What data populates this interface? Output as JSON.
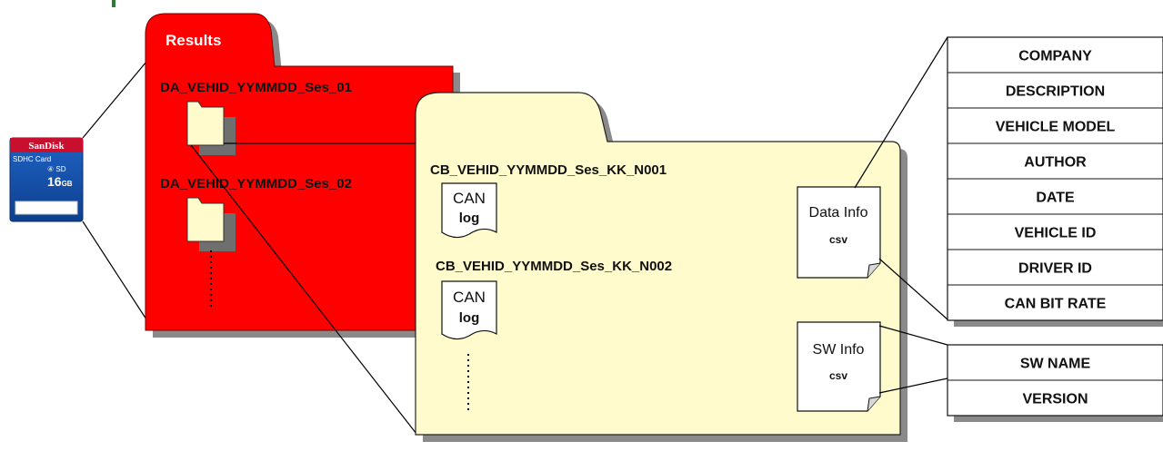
{
  "sd_card": {
    "brand": "SanDisk",
    "type": "SDHC Card",
    "capacity_number": "16",
    "capacity_unit": "GB"
  },
  "results_folder": {
    "tab_label": "Results",
    "session_1": "DA_VEHID_YYMMDD_Ses_01",
    "session_2": "DA_VEHID_YYMMDD_Ses_02"
  },
  "session_folder": {
    "file_1": "CB_VEHID_YYMMDD_Ses_KK_N001",
    "file_2": "CB_VEHID_YYMMDD_Ses_KK_N002",
    "can_log_line1": "CAN",
    "can_log_line2": "log"
  },
  "data_info": {
    "title": "Data Info",
    "format": "csv",
    "fields": [
      "COMPANY",
      "DESCRIPTION",
      "VEHICLE MODEL",
      "AUTHOR",
      "DATE",
      "VEHICLE ID",
      "DRIVER ID",
      "CAN BIT RATE"
    ]
  },
  "sw_info": {
    "title": "SW Info",
    "format": "csv",
    "fields": [
      "SW NAME",
      "VERSION"
    ]
  },
  "colors": {
    "results_folder": "#ff0000",
    "session_folder": "#fffbcc",
    "shadow": "#8a8a8a",
    "subfolder_icon": "#fffbcc"
  }
}
